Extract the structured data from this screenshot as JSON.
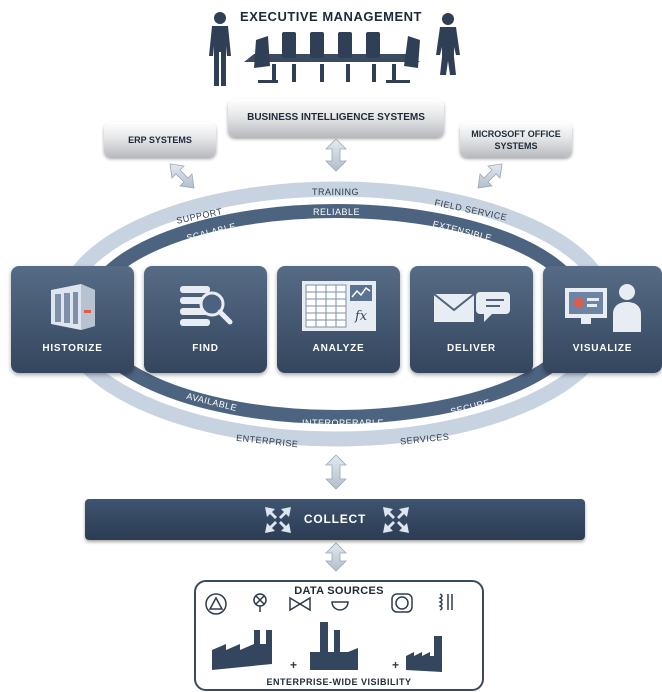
{
  "header": {
    "title": "EXECUTIVE MANAGEMENT"
  },
  "systems": {
    "bi": "BUSINESS INTELLIGENCE SYSTEMS",
    "erp": "ERP SYSTEMS",
    "office": "MICROSOFT OFFICE SYSTEMS"
  },
  "outer_ring_top": [
    "SUPPORT",
    "TRAINING",
    "FIELD SERVICE"
  ],
  "inner_ring_top": [
    "SCALABLE",
    "RELIABLE",
    "EXTENSIBLE"
  ],
  "inner_ring_bottom": [
    "AVAILABLE",
    "INTEROPERABLE",
    "SECURE"
  ],
  "outer_ring_bottom": [
    "ENTERPRISE",
    "SERVICES"
  ],
  "modules": [
    {
      "label": "HISTORIZE",
      "icon": "server-icon"
    },
    {
      "label": "FIND",
      "icon": "search-list-icon"
    },
    {
      "label": "ANALYZE",
      "icon": "spreadsheet-icon"
    },
    {
      "label": "DELIVER",
      "icon": "envelope-chat-icon"
    },
    {
      "label": "VISUALIZE",
      "icon": "person-monitor-icon"
    }
  ],
  "collect": {
    "label": "COLLECT"
  },
  "data_sources": {
    "title": "DATA SOURCES",
    "footer": "ENTERPRISE-WIDE VISIBILITY",
    "plus": "+"
  },
  "colors": {
    "tile": "#3f5470",
    "ring_outer": "#c4d0de",
    "ring_inner": "#4d6480",
    "arrow": "#c3ccd8"
  }
}
